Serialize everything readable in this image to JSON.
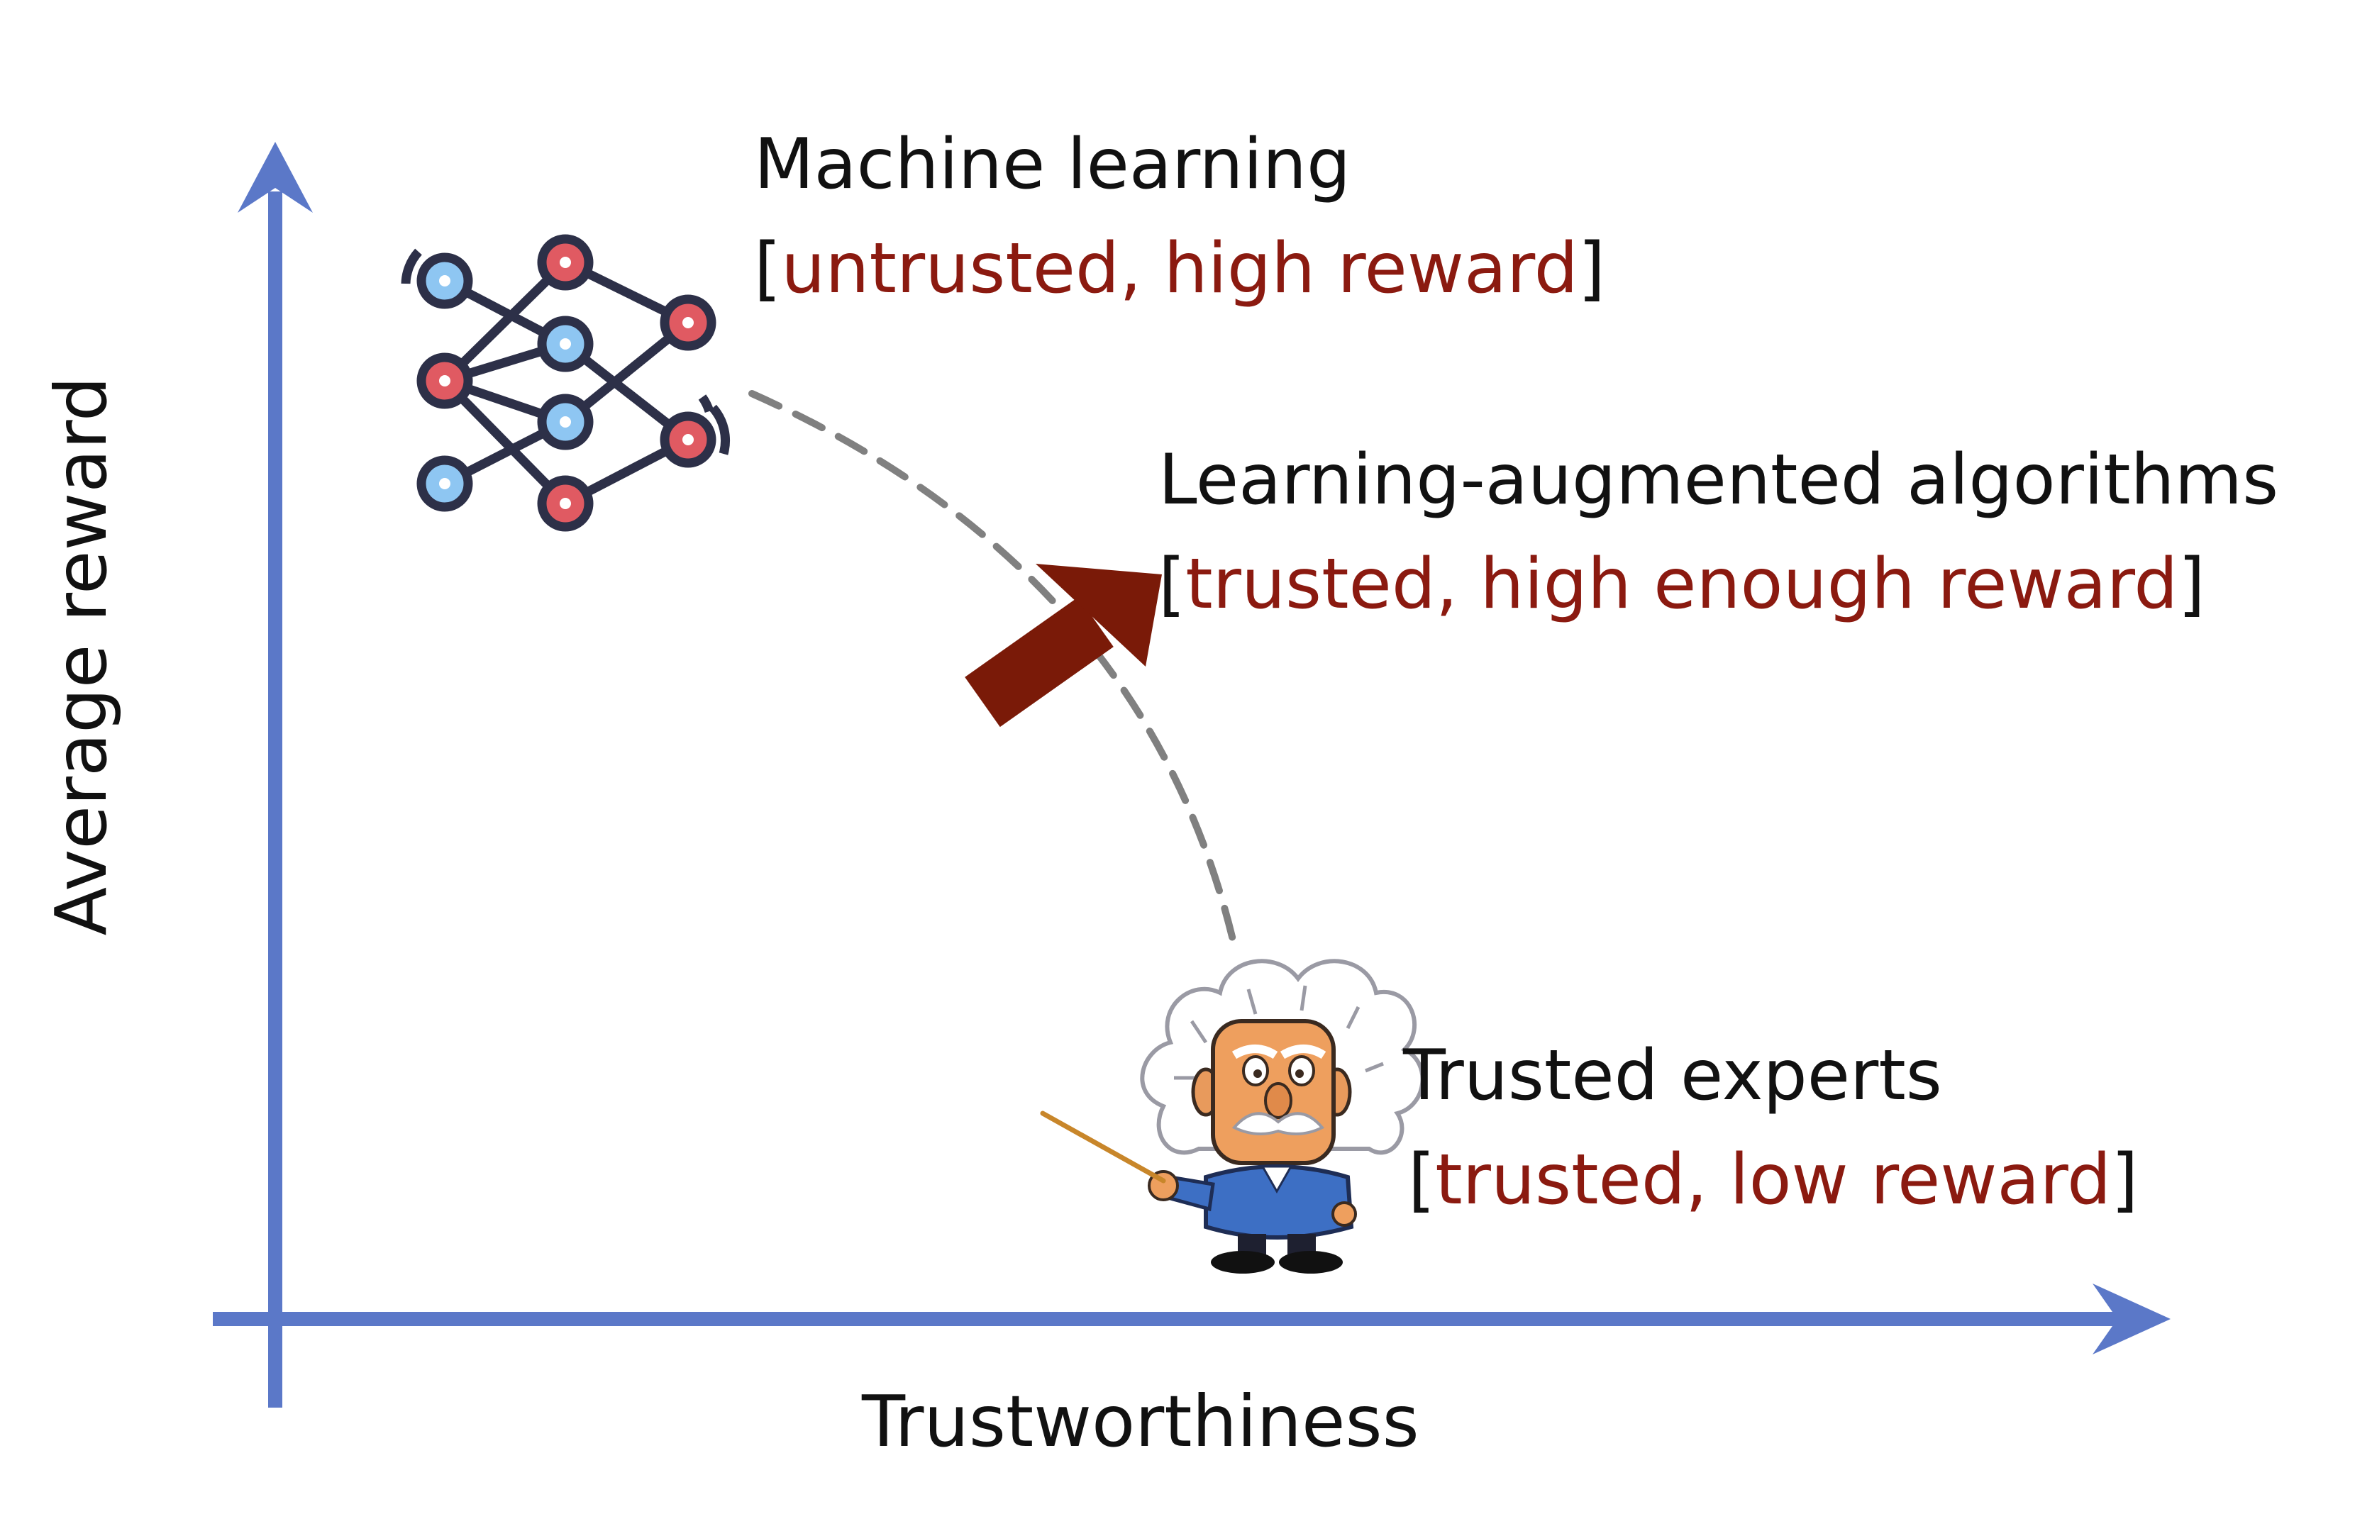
{
  "axes": {
    "y_label": "Average reward",
    "x_label": "Trustworthiness"
  },
  "nodes": {
    "machine_learning": {
      "title": "Machine learning",
      "open_bracket": "[",
      "qualifier": "untrusted, high reward",
      "close_bracket": "]"
    },
    "learning_augmented": {
      "title": "Learning-augmented algorithms",
      "open_bracket": "[",
      "qualifier": "trusted, high enough reward",
      "close_bracket": "]"
    },
    "trusted_experts": {
      "title": "Trusted experts",
      "open_bracket": "[",
      "qualifier": "trusted, low reward",
      "close_bracket": "]"
    }
  },
  "icons": {
    "neural_network": "neural-network-icon",
    "expert": "scientist-professor-icon"
  },
  "colors": {
    "axis": "#5b78c8",
    "qualifier_text": "#8b1a10",
    "big_arrow": "#7a1a08",
    "dashed_curve": "#808080",
    "node_blue_fill": "#8ec6f2",
    "node_red_fill": "#e05a62",
    "node_stroke": "#2d3048"
  }
}
